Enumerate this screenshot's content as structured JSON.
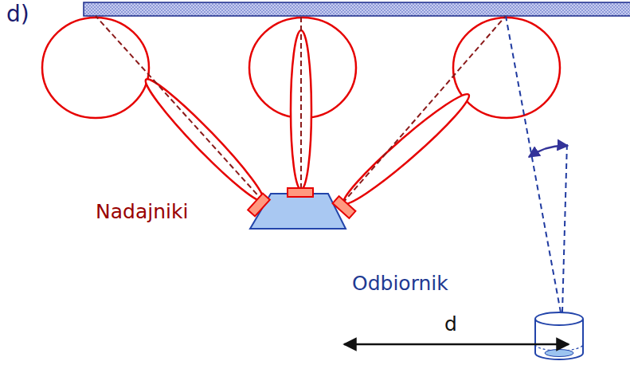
{
  "diagram": {
    "labels": [
      "d)",
      "Nadajniki",
      "Odbiornik",
      "d"
    ]
  }
}
